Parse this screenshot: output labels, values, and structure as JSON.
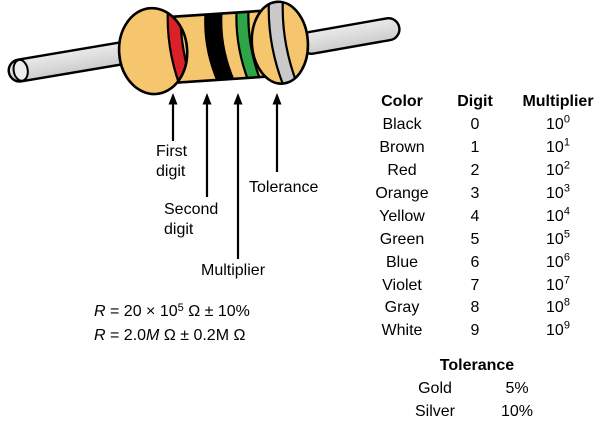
{
  "figure": {
    "labels": {
      "first_digit": "First\ndigit",
      "second_digit": "Second\ndigit",
      "multiplier": "Multiplier",
      "tolerance": "Tolerance"
    },
    "bands": [
      "red",
      "black",
      "green",
      "silver"
    ],
    "formulas": {
      "line1": {
        "var": "R",
        "mid": " = 20 × 10",
        "exp": "5",
        "tail": " Ω ± 10%"
      },
      "line2": {
        "var": "R",
        "mid": " = 2.0",
        "m": "M",
        "tail": " Ω ± 0.2M Ω"
      }
    }
  },
  "colors": {
    "body": "#F5C66D",
    "band_red": "#D92127",
    "band_black": "#000000",
    "band_green": "#2EA546",
    "band_silver": "#C9C9C9",
    "outline": "#000000",
    "lead_light": "#EAEAEA",
    "lead_mid": "#DCDCDC",
    "lead_dark": "#CBCBCB",
    "lead_cap": "#EDEDED"
  },
  "table": {
    "headers": {
      "color": "Color",
      "digit": "Digit",
      "multiplier": "Multiplier"
    },
    "rows": [
      {
        "color": "Black",
        "digit": "0",
        "base": "10",
        "exp": "0"
      },
      {
        "color": "Brown",
        "digit": "1",
        "base": "10",
        "exp": "1"
      },
      {
        "color": "Red",
        "digit": "2",
        "base": "10",
        "exp": "2"
      },
      {
        "color": "Orange",
        "digit": "3",
        "base": "10",
        "exp": "3"
      },
      {
        "color": "Yellow",
        "digit": "4",
        "base": "10",
        "exp": "4"
      },
      {
        "color": "Green",
        "digit": "5",
        "base": "10",
        "exp": "5"
      },
      {
        "color": "Blue",
        "digit": "6",
        "base": "10",
        "exp": "6"
      },
      {
        "color": "Violet",
        "digit": "7",
        "base": "10",
        "exp": "7"
      },
      {
        "color": "Gray",
        "digit": "8",
        "base": "10",
        "exp": "8"
      },
      {
        "color": "White",
        "digit": "9",
        "base": "10",
        "exp": "9"
      }
    ]
  },
  "tolerance_table": {
    "title": "Tolerance",
    "rows": [
      {
        "label": "Gold",
        "value": "5%"
      },
      {
        "label": "Silver",
        "value": "10%"
      }
    ]
  }
}
